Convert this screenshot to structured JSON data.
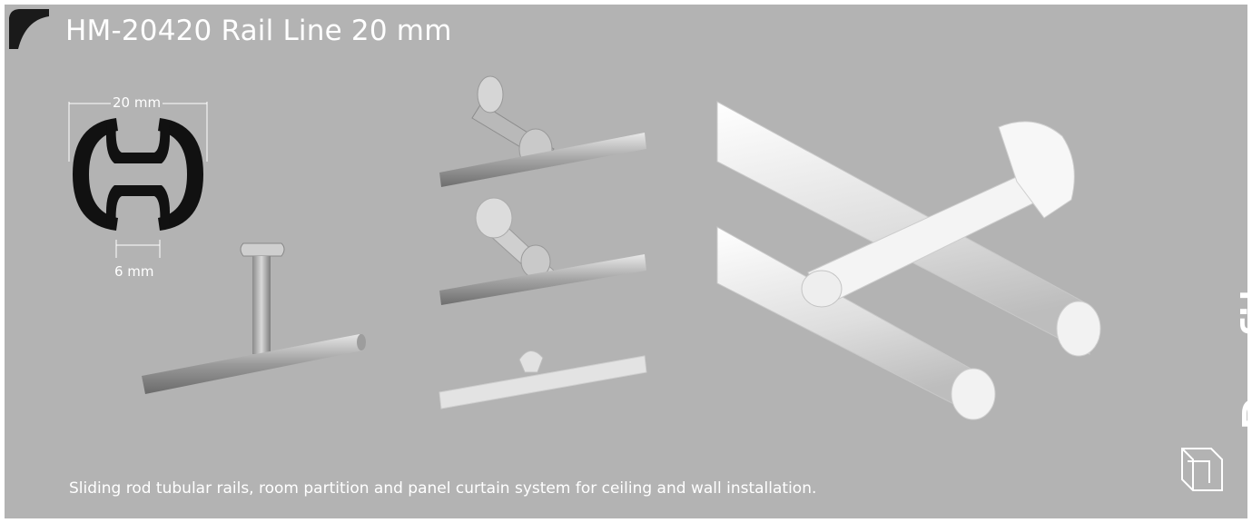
{
  "header": {
    "title": "HM-20420 Rail Line 20 mm"
  },
  "profile": {
    "width_label": "20 mm",
    "slot_label": "6 mm"
  },
  "footer": {
    "caption": "Sliding rod tubular rails, room partition and panel curtain system for ceiling and wall installation."
  },
  "brand": {
    "wordmark": "Profil.",
    "logo_icon": "profil-logo-icon"
  },
  "colors": {
    "background": "#b3b3b3",
    "text": "#ffffff"
  }
}
